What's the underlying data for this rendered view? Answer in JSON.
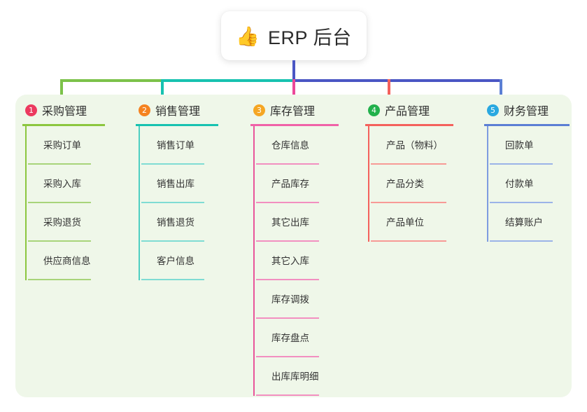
{
  "root": {
    "icon": "thumbs-up-icon",
    "emoji": "👍",
    "title": "ERP 后台"
  },
  "colors": {
    "panel_bg": "#eff7e9",
    "stem": "#4a56c4",
    "bus_left": "#7cc24a",
    "bus_mid": "#17c2b0",
    "bus_right": "#4a56c4"
  },
  "columns": [
    {
      "number": "1",
      "title": "采购管理",
      "badge_color": "#ec3a5f",
      "rule_color": "#8cc63f",
      "items": [
        {
          "label": "采购订单"
        },
        {
          "label": "采购入库"
        },
        {
          "label": "采购退货"
        },
        {
          "label": "供应商信息"
        }
      ]
    },
    {
      "number": "2",
      "title": "销售管理",
      "badge_color": "#f58220",
      "rule_color": "#17c2b0",
      "items": [
        {
          "label": "销售订单"
        },
        {
          "label": "销售出库"
        },
        {
          "label": "销售退货"
        },
        {
          "label": "客户信息"
        }
      ]
    },
    {
      "number": "3",
      "title": "库存管理",
      "badge_color": "#f5a623",
      "rule_color": "#f062a8",
      "items": [
        {
          "label": "仓库信息"
        },
        {
          "label": "产品库存"
        },
        {
          "label": "其它出库"
        },
        {
          "label": "其它入库"
        },
        {
          "label": "库存调拨"
        },
        {
          "label": "库存盘点"
        },
        {
          "label": "出库库明细"
        }
      ]
    },
    {
      "number": "4",
      "title": "产品管理",
      "badge_color": "#22b14c",
      "rule_color": "#f4615c",
      "items": [
        {
          "label": "产品（物料）"
        },
        {
          "label": "产品分类"
        },
        {
          "label": "产品单位"
        }
      ]
    },
    {
      "number": "5",
      "title": "财务管理",
      "badge_color": "#29a8e0",
      "rule_color": "#5b7fd4",
      "items": [
        {
          "label": "回款单"
        },
        {
          "label": "付款单"
        },
        {
          "label": "结算账户"
        }
      ]
    }
  ]
}
